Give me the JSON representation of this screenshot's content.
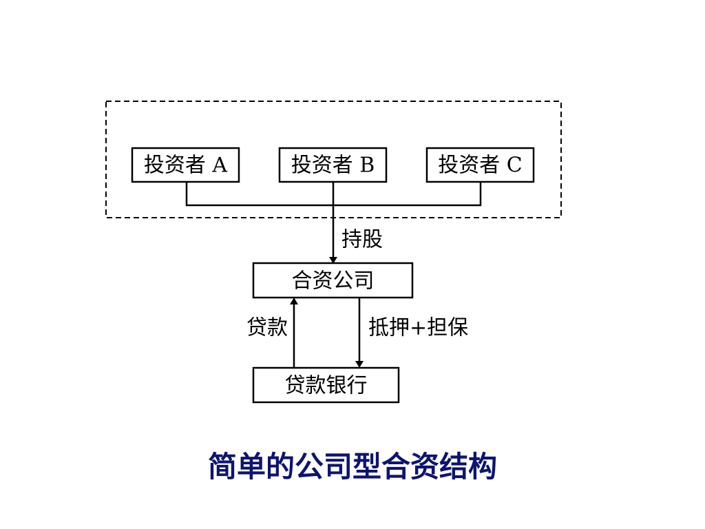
{
  "diagram": {
    "nodes": {
      "investor_a": "投资者 A",
      "investor_b": "投资者 B",
      "investor_c": "投资者 C",
      "joint_venture": "合资公司",
      "lending_bank": "贷款银行"
    },
    "edges": {
      "shareholding": "持股",
      "loan": "贷款",
      "collateral_guarantee": "抵押+担保"
    }
  },
  "caption": "简单的公司型合资结构",
  "colors": {
    "caption": "#0d1470",
    "lines": "#000000"
  }
}
